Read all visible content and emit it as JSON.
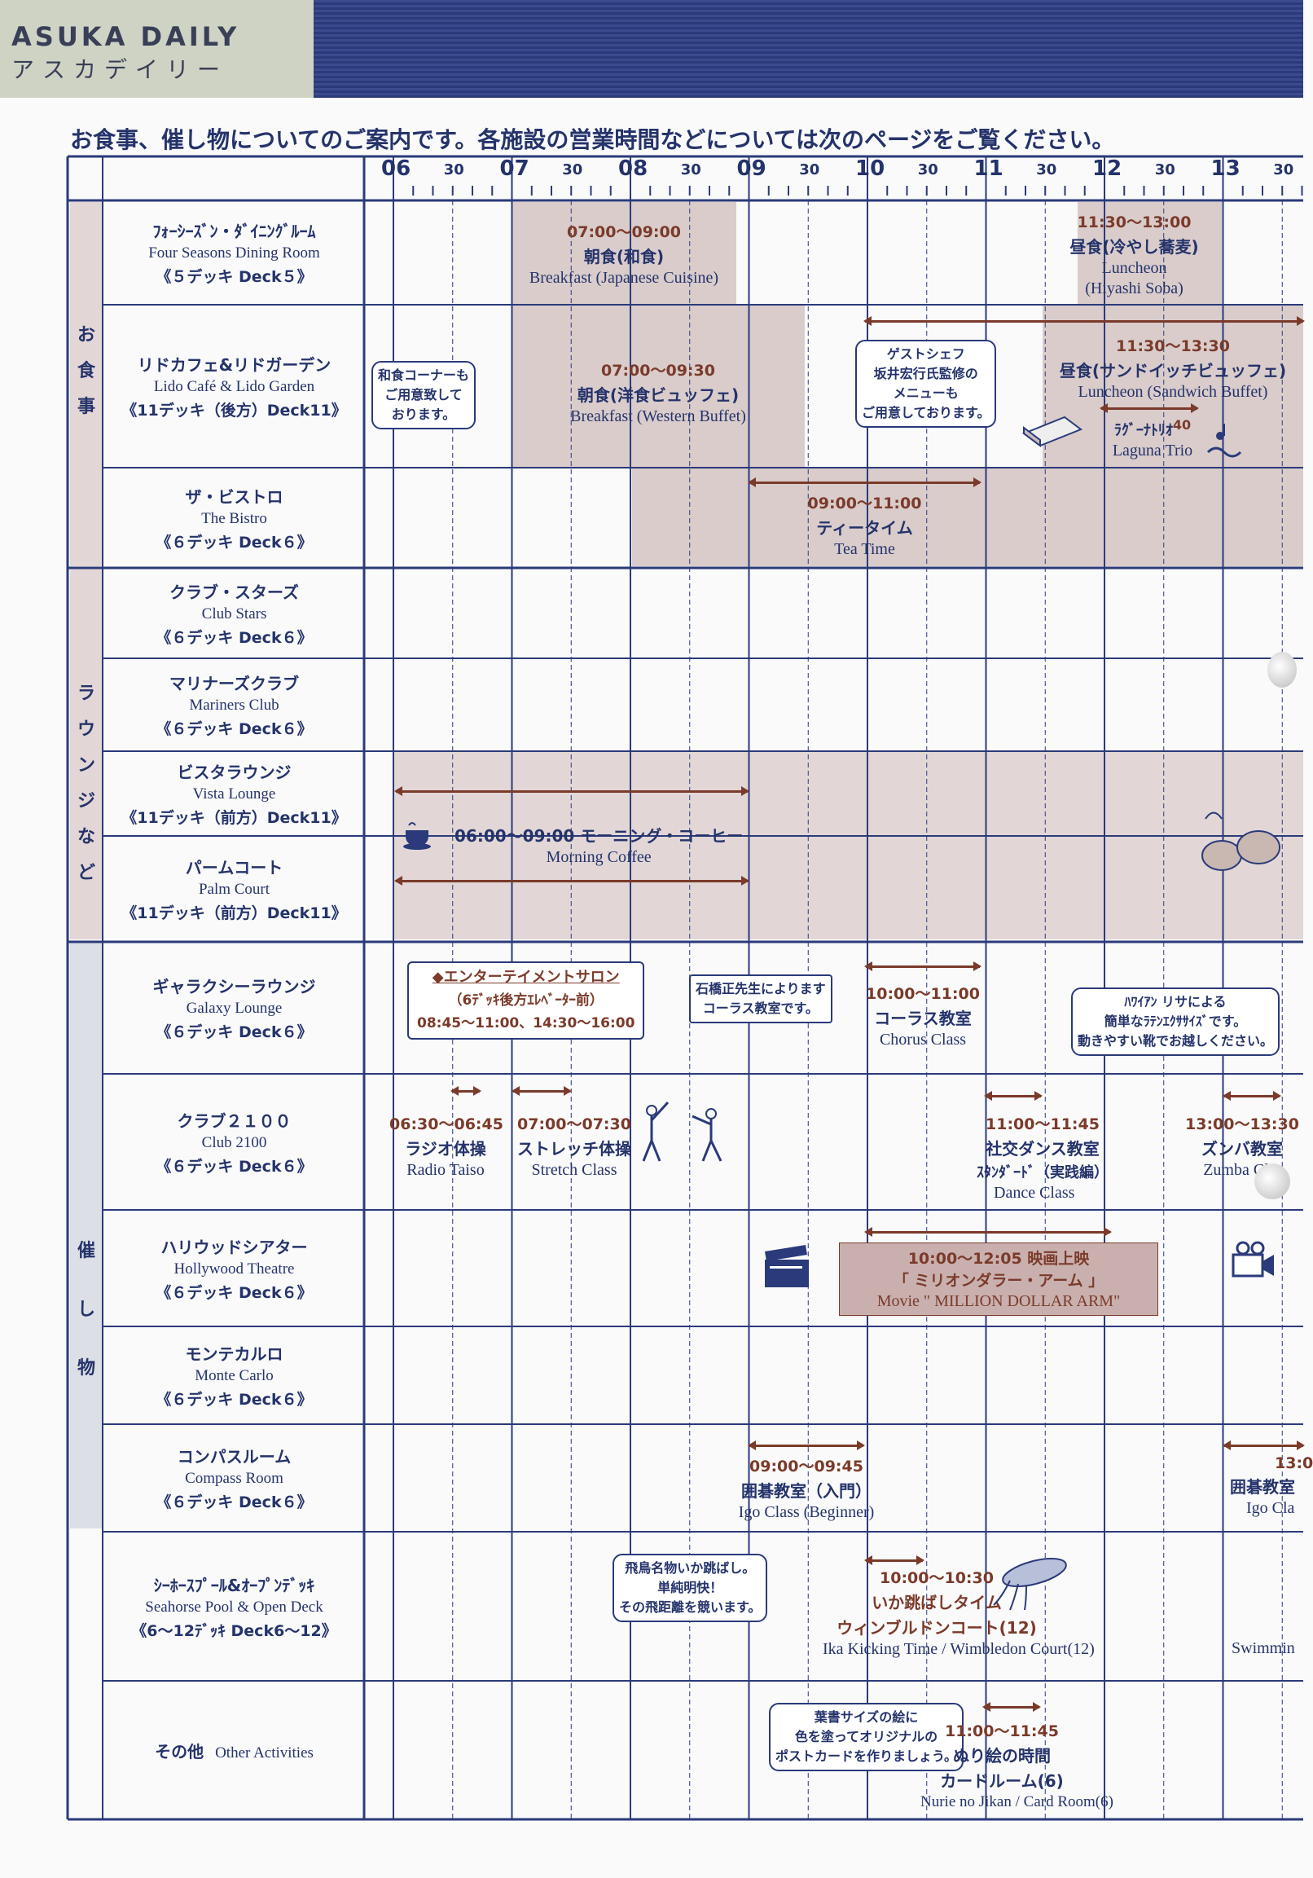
{
  "header": {
    "logo_en": "ASUKA DAILY",
    "logo_ja": "アスカデイリー"
  },
  "intro": "お食事、催し物についてのご案内です。各施設の営業時間などについては次のページをご覧ください。",
  "timeline": {
    "hours": [
      "06",
      "07",
      "08",
      "09",
      "10",
      "11",
      "12",
      "13"
    ],
    "half": "30"
  },
  "categories": {
    "dining": "お食事",
    "lounge": "ラウンジなど",
    "events": "催し物"
  },
  "venues": [
    {
      "ja": "ﾌｫｰｼｰｽﾞﾝ・ﾀﾞｲﾆﾝｸﾞﾙｰﾑ",
      "en": "Four Seasons Dining Room",
      "deck": "《５デッキ Deck５》"
    },
    {
      "ja": "リドカフェ&リドガーデン",
      "en": "Lido Café & Lido Garden",
      "deck": "《11デッキ（後方）Deck11》"
    },
    {
      "ja": "ザ・ビストロ",
      "en": "The Bistro",
      "deck": "《６デッキ Deck６》"
    },
    {
      "ja": "クラブ・スターズ",
      "en": "Club Stars",
      "deck": "《６デッキ Deck６》"
    },
    {
      "ja": "マリナーズクラブ",
      "en": "Mariners Club",
      "deck": "《６デッキ Deck６》"
    },
    {
      "ja": "ビスタラウンジ",
      "en": "Vista Lounge",
      "deck": "《11デッキ（前方）Deck11》"
    },
    {
      "ja": "パームコート",
      "en": "Palm Court",
      "deck": "《11デッキ（前方）Deck11》"
    },
    {
      "ja": "ギャラクシーラウンジ",
      "en": "Galaxy Lounge",
      "deck": "《６デッキ Deck６》"
    },
    {
      "ja": "クラブ２１００",
      "en": "Club 2100",
      "deck": "《６デッキ Deck６》"
    },
    {
      "ja": "ハリウッドシアター",
      "en": "Hollywood Theatre",
      "deck": "《６デッキ Deck６》"
    },
    {
      "ja": "モンテカルロ",
      "en": "Monte Carlo",
      "deck": "《６デッキ Deck６》"
    },
    {
      "ja": "コンパスルーム",
      "en": "Compass Room",
      "deck": "《６デッキ Deck６》"
    },
    {
      "ja": "ｼｰﾎｰｽﾌﾟｰﾙ&ｵｰﾌﾟﾝﾃﾞｯｷ",
      "en": "Seahorse Pool & Open Deck",
      "deck": "《6～12ﾃﾞｯｷ Deck6～12》"
    },
    {
      "ja": "その他",
      "en": "Other Activities",
      "deck": ""
    }
  ],
  "events": {
    "fs_breakfast": {
      "time": "07:00～09:00",
      "ja": "朝食(和食)",
      "en": "Breakfast (Japanese Cuisine)"
    },
    "fs_lunch": {
      "time": "11:30～13:00",
      "ja": "昼食(冷やし蕎麦)",
      "en": "Luncheon",
      "en2": "(Hiyashi Soba)"
    },
    "lido_breakfast": {
      "time": "07:00～09:30",
      "ja": "朝食(洋食ビュッフェ)",
      "en": "Breakfast (Western Buffet)"
    },
    "lido_lunch": {
      "time": "11:30～13:30",
      "ja": "昼食(サンドイッチビュッフェ)",
      "en": "Luncheon (Sandwich Buffet)"
    },
    "lido_bubble1": {
      "l1": "和食コーナーも",
      "l2": "ご用意致して",
      "l3": "おります。"
    },
    "lido_bubble2": {
      "l1": "ゲストシェフ",
      "l2": "坂井宏行氏監修の",
      "l3": "メニューも",
      "l4": "ご用意しております。"
    },
    "laguna": {
      "ja": "ﾗｸﾞｰﾅﾄﾘｵ",
      "num": "40",
      "en": "Laguna Trio"
    },
    "bistro_tea": {
      "time": "09:00～11:00",
      "ja": "ティータイム",
      "en": "Tea Time"
    },
    "morning_coffee": {
      "text": "06:00～09:00 モーニング・コーヒー",
      "en": "Morning  Coffee"
    },
    "galaxy_salon": {
      "l1": "◆エンターテイメントサロン",
      "l2": "（6ﾃﾞｯｷ後方ｴﾚﾍﾞｰﾀｰ前）",
      "l3": "08:45～11:00、14:30～16:00"
    },
    "galaxy_bubble": {
      "l1": "石橋正先生によります",
      "l2": "コーラス教室です。"
    },
    "chorus": {
      "time": "10:00～11:00",
      "ja": "コーラス教室",
      "en": "Chorus Class"
    },
    "zumba_bubble": {
      "l1": "ﾊﾜｲｱﾝ リサによる",
      "l2": "簡単なﾗﾃﾝｴｸｻｻｲｽﾞです。",
      "l3": "動きやすい靴でお越しください。"
    },
    "radio": {
      "time": "06:30～06:45",
      "ja": "ラジオ体操",
      "en": "Radio Taiso"
    },
    "stretch": {
      "time": "07:00～07:30",
      "ja": "ストレッチ体操",
      "en": "Stretch Class"
    },
    "dance": {
      "time": "11:00～11:45",
      "ja": "社交ダンス教室",
      "ja2": "ｽﾀﾝﾀﾞｰﾄﾞ（実践編）",
      "en": "Dance Class"
    },
    "zumba": {
      "time": "13:00～13:30",
      "ja": "ズンバ教室",
      "en": "Zumba Cl..."
    },
    "movie": {
      "l1": "10:00～12:05 映画上映",
      "l2": "「 ミリオンダラー・アーム 」",
      "l3": "Movie \" MILLION DOLLAR ARM\""
    },
    "igo": {
      "time": "09:00～09:45",
      "ja": "囲碁教室（入門）",
      "en": "Igo Class (Beginner)"
    },
    "igo2": {
      "time": "13:0",
      "ja": "囲碁教室",
      "en": "Igo Cla"
    },
    "ika_bubble": {
      "l1": "飛鳥名物いか跳ばし。",
      "l2": "単純明快！",
      "l3": "その飛距離を競います。"
    },
    "ika": {
      "time": "10:00～10:30",
      "ja": "いか跳ばしタイム",
      "ja2": "ウィンブルドンコート(12)",
      "en": "Ika Kicking Time / Wimbledon Court(12)"
    },
    "swim": {
      "en": "Swimmin"
    },
    "nurie_bubble": {
      "l1": "葉書サイズの絵に",
      "l2": "色を塗ってオリジナルの",
      "l3": "ポストカードを作りましょう。"
    },
    "nurie": {
      "time": "11:00～11:45",
      "ja": "ぬり絵の時間",
      "ja2": "カードルーム(6)",
      "en": "Nurie no Jikan / Card Room(6)"
    }
  },
  "colors": {
    "navy": "#2b3a7a",
    "ink": "#25336b",
    "shade": "#d9cccb",
    "accent": "#7b3a2a"
  }
}
